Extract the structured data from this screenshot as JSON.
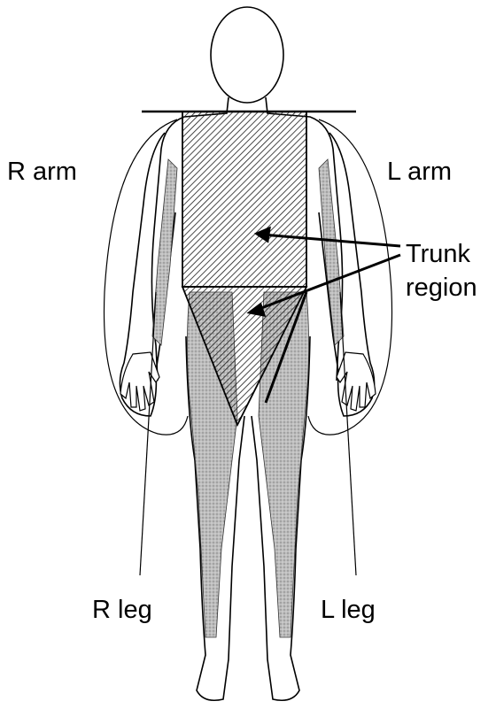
{
  "labels": {
    "r_arm": "R arm",
    "l_arm": "L arm",
    "trunk_line1": "Trunk",
    "trunk_line2": "region",
    "r_leg": "R leg",
    "l_leg": "L leg"
  },
  "colors": {
    "ink": "#000000",
    "bone_fill": "#d9d9d9",
    "muscle_fill": "#9a9a9a",
    "hatch": "#1a1a1a"
  }
}
